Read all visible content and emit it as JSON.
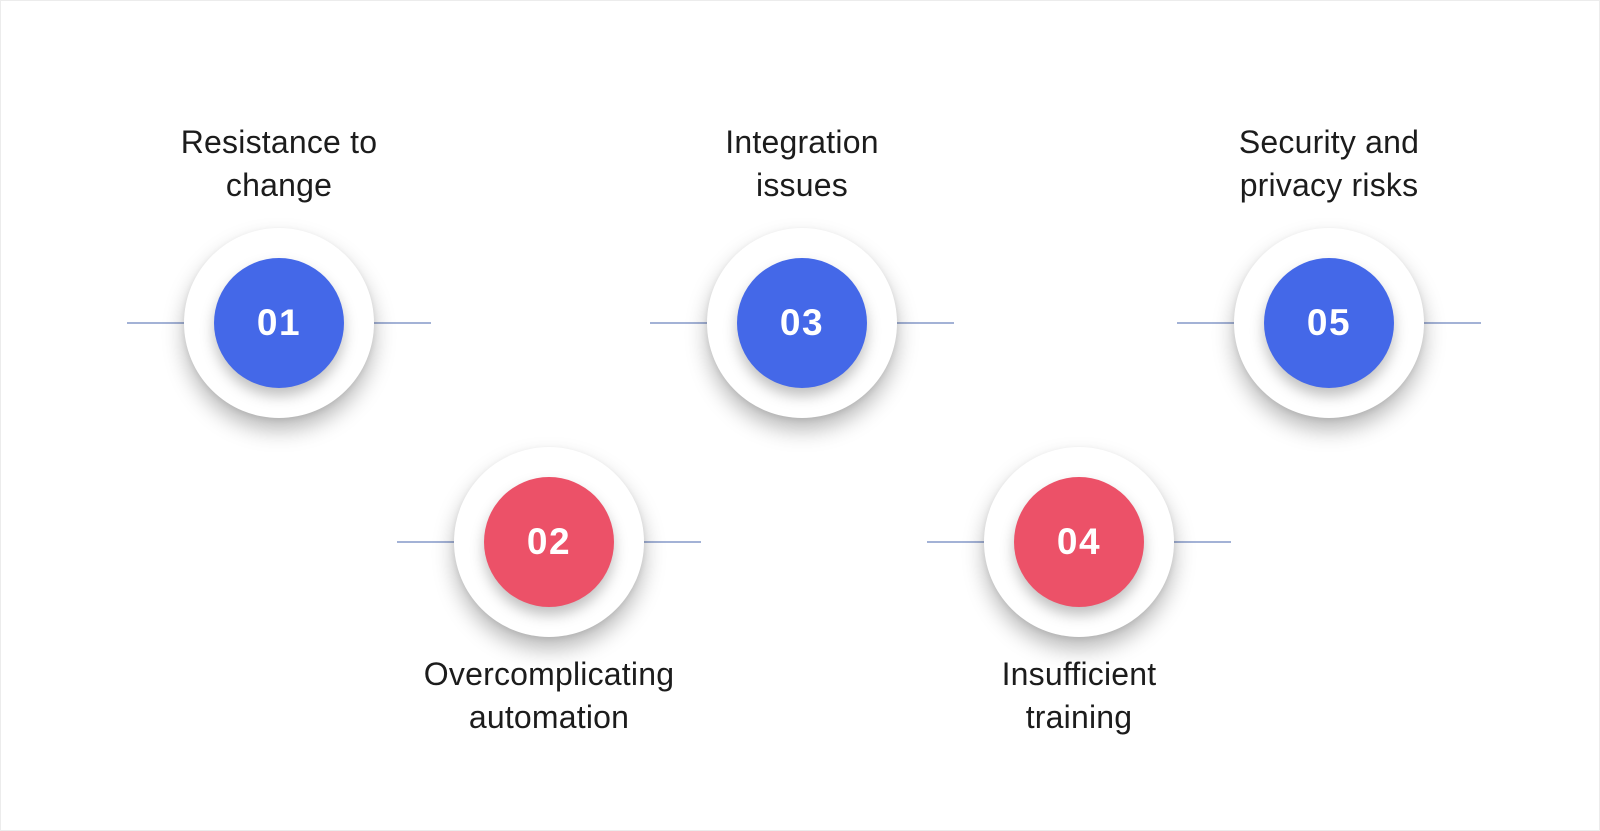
{
  "diagram": {
    "type": "numbered-steps-infographic",
    "background_color": "#ffffff",
    "connector_line_color": "#a3b2d6",
    "label_text_color": "#1c1c1c",
    "number_text_color": "#ffffff",
    "accent_colors": {
      "blue": "#4468e8",
      "red": "#ec5168"
    },
    "items": [
      {
        "number": "01",
        "label": "Resistance to\nchange",
        "accent": "blue",
        "label_position": "top"
      },
      {
        "number": "02",
        "label": "Overcomplicating\nautomation",
        "accent": "red",
        "label_position": "bottom"
      },
      {
        "number": "03",
        "label": "Integration\nissues",
        "accent": "blue",
        "label_position": "top"
      },
      {
        "number": "04",
        "label": "Insufficient\ntraining",
        "accent": "red",
        "label_position": "bottom"
      },
      {
        "number": "05",
        "label": "Security and\nprivacy risks",
        "accent": "blue",
        "label_position": "top"
      }
    ]
  }
}
